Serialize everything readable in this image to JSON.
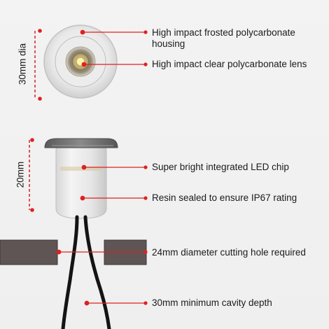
{
  "dimensions": {
    "top": "30mm dia",
    "side": "20mm"
  },
  "labels": [
    {
      "id": "housing",
      "text": "High impact frosted polycarbonate housing"
    },
    {
      "id": "lens",
      "text": "High impact clear polycarbonate lens"
    },
    {
      "id": "led",
      "text": "Super bright integrated LED chip"
    },
    {
      "id": "resin",
      "text": "Resin sealed to ensure IP67 rating"
    },
    {
      "id": "hole",
      "text": "24mm diameter cutting hole required"
    },
    {
      "id": "cavity",
      "text": "30mm minimum cavity depth"
    }
  ],
  "colors": {
    "accent": "#e02020",
    "dim_line": "#d01515",
    "cable": "#141414",
    "panel": "#5f5554"
  }
}
